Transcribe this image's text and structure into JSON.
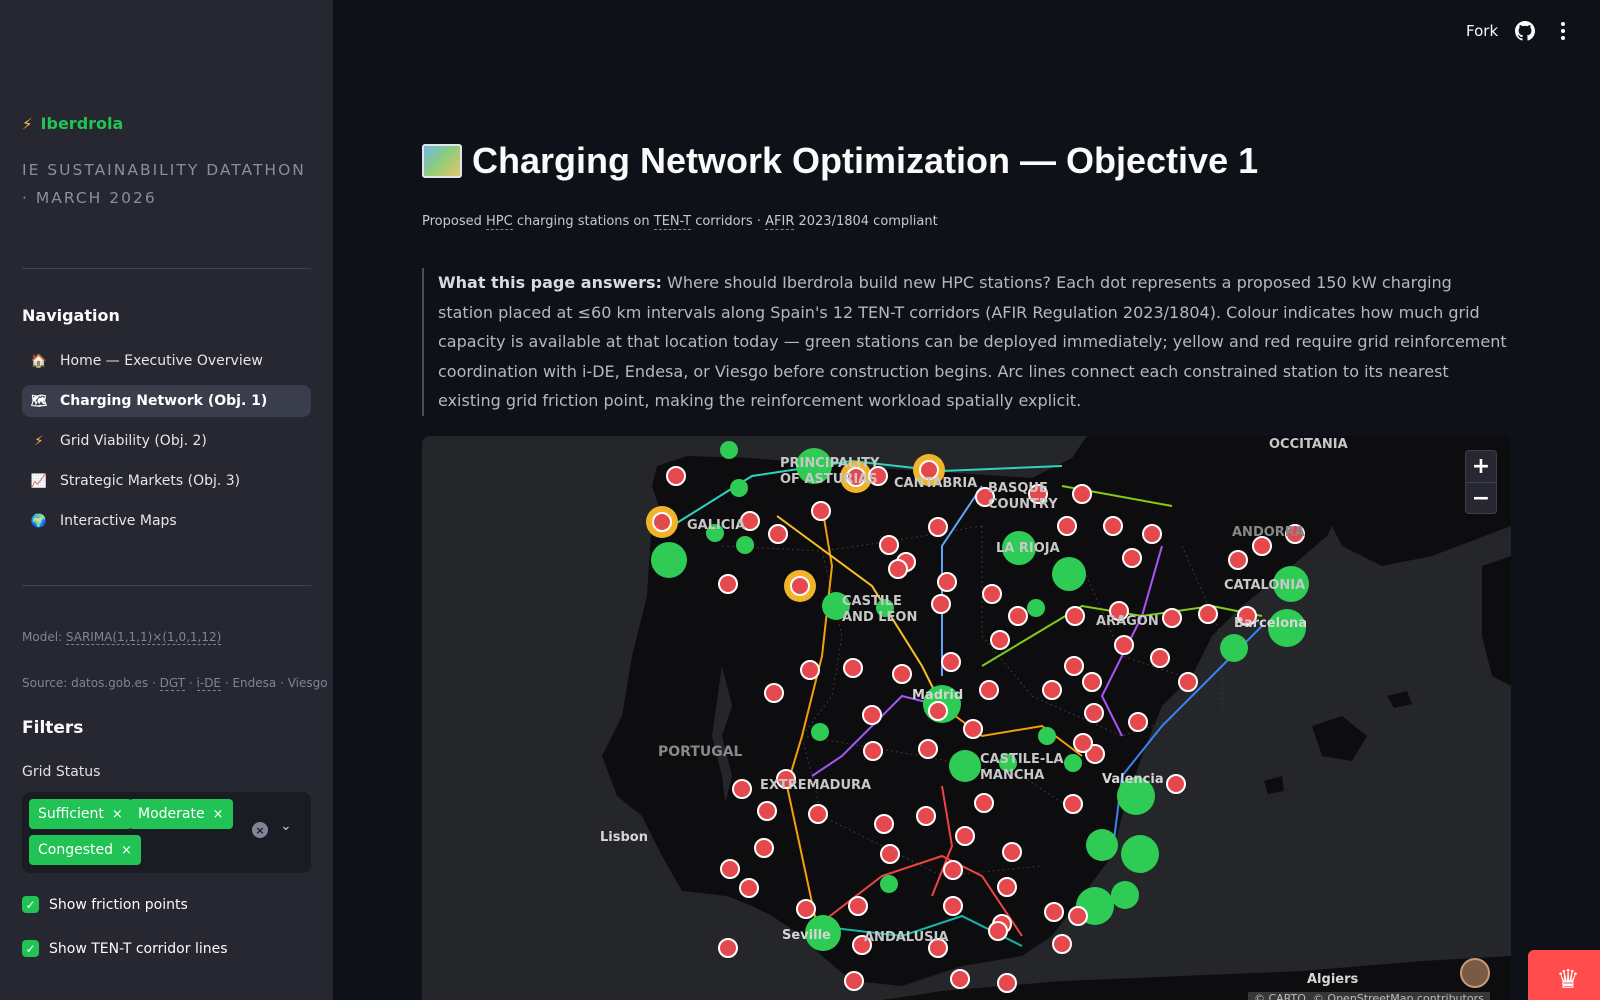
{
  "app": {
    "brand": "Iberdrola",
    "event": "IE SUSTAINABILITY DATATHON · MARCH 2026"
  },
  "navigation": {
    "title": "Navigation",
    "items": [
      {
        "label": "Home — Executive Overview",
        "icon": "house-icon",
        "active": false
      },
      {
        "label": "Charging Network (Obj. 1)",
        "icon": "map-icon",
        "active": true
      },
      {
        "label": "Grid Viability (Obj. 2)",
        "icon": "lightning-icon",
        "active": false
      },
      {
        "label": "Strategic Markets (Obj. 3)",
        "icon": "chart-icon",
        "active": false
      },
      {
        "label": "Interactive Maps",
        "icon": "globe-icon",
        "active": false
      }
    ]
  },
  "meta": {
    "model_prefix": "Model: ",
    "model_value": "SARIMA(1,1,1)×(1,0,1,12)",
    "source_prefix": "Source: datos.gob.es · ",
    "source_dgt": "DGT",
    "source_sep": " · ",
    "source_ide": "i-DE",
    "source_suffix": " · Endesa · Viesgo"
  },
  "filters": {
    "title": "Filters",
    "grid_status_label": "Grid Status",
    "chips": [
      "Sufficient",
      "Moderate",
      "Congested"
    ],
    "chip_remove": "×",
    "clear_symbol": "×",
    "dropdown_symbol": "⌄",
    "show_friction_label": "Show friction points",
    "show_friction_checked": true,
    "show_corridor_label": "Show TEN-T corridor lines",
    "show_corridor_checked": true
  },
  "header": {
    "fork_label": "Fork"
  },
  "page": {
    "title": "Charging Network Optimization — Objective 1",
    "subtitle_parts": [
      "Proposed ",
      "HPC",
      " charging stations on ",
      "TEN-T",
      " corridors · ",
      "AFIR",
      " 2023/1804 compliant"
    ],
    "callout_bold": "What this page answers:",
    "callout_text": " Where should Iberdrola build new HPC stations? Each dot represents a proposed 150 kW charging station placed at ≤60 km intervals along Spain's 12 TEN-T corridors (AFIR Regulation 2023/1804). Colour indicates how much grid capacity is available at that location today — green stations can be deployed immediately; yellow and red require grid reinforcement coordination with i-DE, Endesa, or Viesgo before construction begins. Arc lines connect each constrained station to its nearest existing grid friction point, making the reinforcement workload spatially explicit."
  },
  "map": {
    "zoom_in": "+",
    "zoom_out": "−",
    "attribution": "© CARTO, © OpenStreetMap contributors",
    "region_labels": [
      "OCCITANIA",
      "PRINCIPALITY OF ASTURIAS",
      "CANTABRIA",
      "BASQUE COUNTRY",
      "GALICIA",
      "LA RIOJA",
      "ANDORRA",
      "CATALONIA",
      "CASTILE AND LEON",
      "ARAGON",
      "PORTUGAL",
      "CASTILE-LA MANCHA",
      "EXTREMADURA",
      "ANDALUSIA"
    ],
    "city_labels": [
      "Barcelona",
      "Madrid",
      "Valencia",
      "Lisbon",
      "Seville",
      "Algiers"
    ],
    "colors": {
      "sufficient": "#2ecc54",
      "moderate": "#f0b429",
      "congested": "#e5484d",
      "land": "#0d0d0f",
      "sea": "#262629"
    },
    "corridor_colors": [
      "#2dd4bf",
      "#f59e0b",
      "#fbbf24",
      "#3b82f6",
      "#60a5fa",
      "#a855f7",
      "#84cc16",
      "#ef4444",
      "#14b8a6"
    ]
  },
  "deploy_icon": "crown-icon"
}
